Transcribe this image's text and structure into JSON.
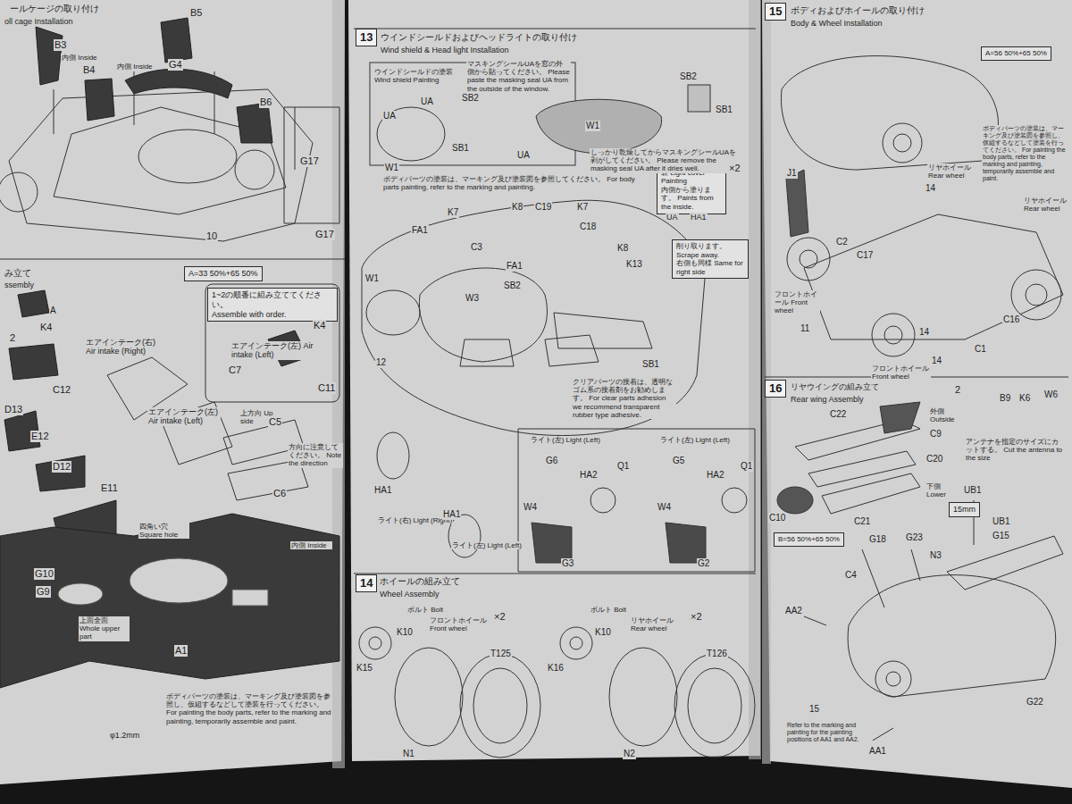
{
  "diagram": {
    "nodes": [
      {
        "text": [
          "1~2の順番に組み立ててください。",
          "Assemble with order."
        ]
      },
      {
        "text": [
          "A=33 50%+65 50%"
        ]
      },
      {
        "text": [
          "13"
        ]
      },
      {
        "text": [
          "ライトカバーの塗装 Light cover Painting",
          "内側から塗ります。 Paints from the inside."
        ]
      },
      {
        "text": [
          "削り取ります。 Scrape away.",
          "右側も同様 Same for right side"
        ]
      },
      {
        "text": [
          "14"
        ]
      },
      {
        "text": [
          "15"
        ]
      },
      {
        "text": [
          "A=56 50%+65 50%"
        ]
      },
      {
        "text": [
          "16"
        ]
      },
      {
        "text": [
          "15mm"
        ]
      },
      {
        "text": [
          "B=56 50%+65 50%"
        ]
      }
    ],
    "labels": [
      "ールケージの取り付け",
      "oll cage Installation",
      "B3",
      "内側 Inside",
      "B5",
      "B4",
      "内側 Inside",
      "G4",
      "B6",
      "G17",
      "G17",
      "10",
      "み立て",
      "ssembly",
      "エアインテーク(右) Air intake (Right)",
      "エアインテーク(左) Air intake (Left)",
      "C7",
      "K4",
      "C11",
      "上方向 Up side",
      "K4",
      "A",
      "2",
      "C12",
      "D13",
      "E12",
      "D12",
      "E11",
      "エアインテーク(左) Air intake (Left)",
      "C5",
      "方向に注意してください。 Note the direction",
      "C6",
      "四角い穴 Square hole",
      "内側 Inside",
      "G10",
      "G9",
      "上面全面 Whole upper part",
      "A1",
      "ボディパーツの塗装は、マーキング及び塗装図を参照し、仮組するなどして塗装を行ってください。 For painting the body parts, refer to the marking and painting, temporarily assemble and paint.",
      "φ1.2mm",
      "ウインドシールドおよびヘッドライトの取り付け",
      "Wind shield & Head light Installation",
      "ウインドシールドの塗装 Wind shield Painting",
      "マスキングシールUAを窓の外側から貼ってください。 Please paste the masking seal UA from the outside of the window.",
      "UA",
      "UA",
      "SB2",
      "SB1",
      "UA",
      "W1",
      "SB2",
      "SB1",
      "W1",
      "しっかり乾燥してからマスキングシールUAを剥がしてください。 Please remove the masking seal UA after it dries well.",
      "ボディパーツの塗装は、マーキング及び塗装図を参照してください。 For body parts painting, refer to the marking and painting.",
      "×2",
      "UA",
      "HA1",
      "FA1",
      "K7",
      "K8",
      "C19",
      "K7",
      "C3",
      "SB2",
      "FA1",
      "C18",
      "K8",
      "K13",
      "W3",
      "W1",
      "12",
      "SB1",
      "K7",
      "クリアパーツの接着は、透明なゴム系の接着剤をお勧めします。 For clear parts adhesion we recommend transparent rubber type adhesive.",
      "HA1",
      "ライト(右) Light (Right)",
      "HA1",
      "ライト(左) Light (Left)",
      "ライト(左) Light (Left)",
      "G6",
      "HA2",
      "Q1",
      "W4",
      "G3",
      "ライト(左) Light (Left)",
      "G5",
      "HA2",
      "Q1",
      "W4",
      "G2",
      "ホイールの組み立て",
      "Wheel Assembly",
      "ボルト Bolt",
      "フロントホイール Front wheel",
      "×2",
      "K10",
      "K15",
      "N1",
      "T125",
      "ボルト Bolt",
      "リヤホイール Rear wheel",
      "×2",
      "K10",
      "K16",
      "N2",
      "T126",
      "ボディおよびホイールの取り付け",
      "Body & Wheel Installation",
      "ボディパーツの塗装は、マーキング及び塗装図を参照し、仮組するなどして塗装を行ってください。 For painting the body parts, refer to the marking and painting, temporarily assemble and paint.",
      "リヤホイール Rear wheel",
      "14",
      "J1",
      "C2",
      "C17",
      "フロントホイール Front wheel",
      "11",
      "14",
      "リヤホイール Rear wheel",
      "C16",
      "C1",
      "フロントホイール Front wheel",
      "14",
      "2",
      "B9",
      "K6",
      "W6",
      "リヤウイングの組み立て",
      "Rear wing Assembly",
      "外側 Outside",
      "C9",
      "C22",
      "C20",
      "下側 Lower",
      "C21",
      "C10",
      "アンテナを指定のサイズにカットする。 Cut the antenna to the size",
      "UB1",
      "UB1",
      "G15",
      "G18",
      "G23",
      "N3",
      "C4",
      "AA2",
      "15",
      "AA1",
      "G22",
      "Refer to the marking and painting for the painting positions of AA1 and AA2."
    ]
  }
}
